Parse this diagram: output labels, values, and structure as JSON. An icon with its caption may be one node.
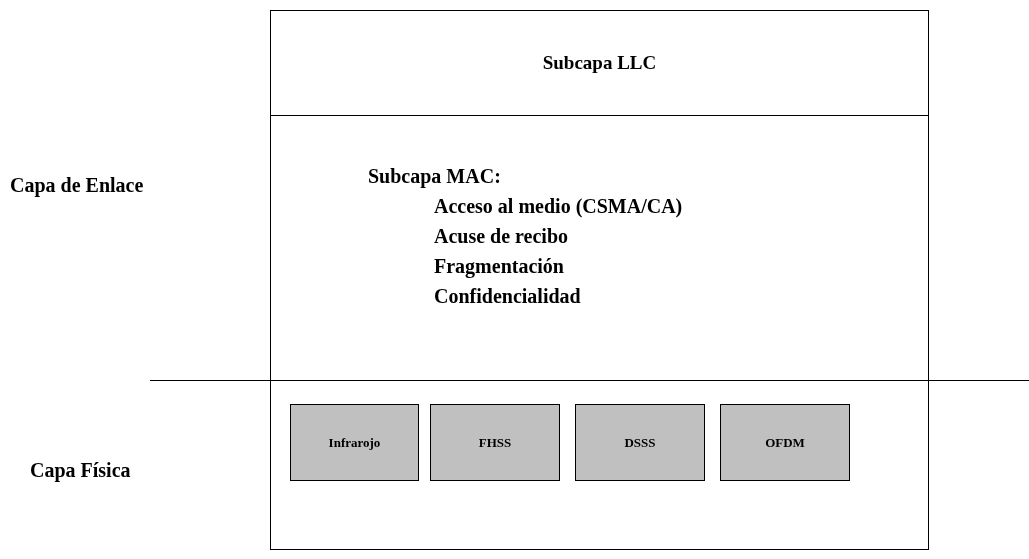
{
  "diagram": {
    "nodes": [
      {
        "text": [
          "Subcapa LLC"
        ]
      },
      {
        "text": [
          "Subcapa MAC:",
          "Acceso al medio (CSMA/CA)",
          "Acuse de recibo",
          "Fragmentación",
          "Confidencialidad"
        ]
      },
      {
        "text": [],
        "shape": "box"
      },
      {
        "text": [
          "Infrarojo"
        ],
        "in": 2
      },
      {
        "text": [
          "FHSS"
        ],
        "in": 2
      },
      {
        "text": [
          "DSSS"
        ],
        "in": 2
      },
      {
        "text": [
          "OFDM"
        ],
        "in": 2
      }
    ],
    "labels": [
      "Capa de Enlace",
      "Capa Física"
    ]
  }
}
